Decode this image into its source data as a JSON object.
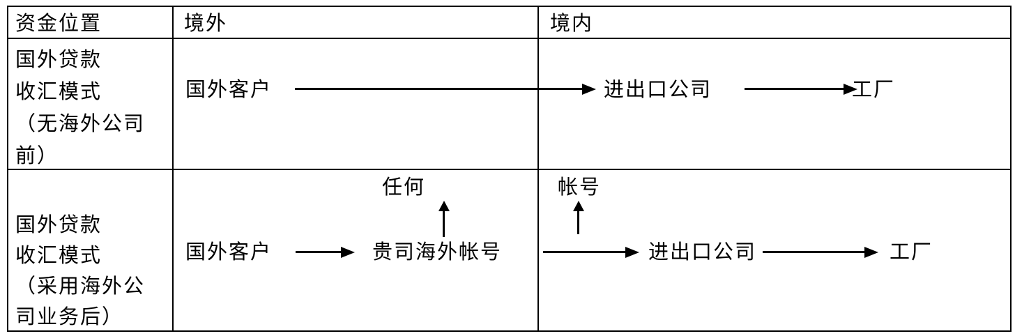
{
  "header": {
    "cols": [
      "资金位置",
      "境外",
      "境内"
    ]
  },
  "rows": [
    {
      "label_lines": [
        "国外贷款",
        "收汇模式",
        "（无海外公司",
        "前）"
      ],
      "nodes": {
        "overseas_client": "国外客户",
        "import_export_company": "进出口公司",
        "factory": "工厂"
      }
    },
    {
      "label_lines": [
        "国外贷款",
        "收汇模式",
        "（采用海外公",
        "司业务后）"
      ],
      "nodes": {
        "overseas_client": "国外客户",
        "company_overseas_account": "贵司海外帐号",
        "import_export_company": "进出口公司",
        "factory": "工厂"
      },
      "annotations": {
        "overseas_label": "任何",
        "domestic_label": "帐号"
      }
    }
  ],
  "colors": {
    "background": "#ffffff",
    "line": "#000000",
    "text": "#000000"
  }
}
